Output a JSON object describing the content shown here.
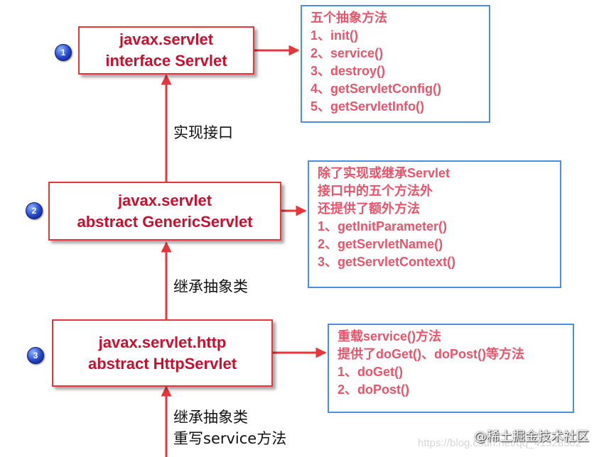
{
  "classes": [
    {
      "number": "1",
      "package": "javax.servlet",
      "declaration": "interface Servlet"
    },
    {
      "number": "2",
      "package": "javax.servlet",
      "declaration": "abstract GenericServlet"
    },
    {
      "number": "3",
      "package": "javax.servlet.http",
      "declaration": "abstract HttpServlet"
    }
  ],
  "notes": [
    {
      "lines": [
        "五个抽象方法",
        "1、init()",
        "2、service()",
        "3、destroy()",
        "4、getServletConfig()",
        "5、getServletInfo()"
      ]
    },
    {
      "lines": [
        "除了实现或继承Servlet",
        "接口中的五个方法外",
        "还提供了额外方法",
        "1、getInitParameter()",
        "2、getServletName()",
        "3、getServletContext()"
      ]
    },
    {
      "lines": [
        "重载service()方法",
        "提供了doGet()、doPost()等方法",
        "1、doGet()",
        "2、doPost()"
      ]
    }
  ],
  "relations": [
    {
      "lines": [
        "实现接口"
      ]
    },
    {
      "lines": [
        "继承抽象类"
      ]
    },
    {
      "lines": [
        "继承抽象类",
        "重写service方法"
      ]
    }
  ],
  "watermark": {
    "text": "@稀土掘金技术社区",
    "url": "https://blog.csdn.net/qq_41528502"
  },
  "colors": {
    "class_border": "#e8353b",
    "class_text": "#c8102e",
    "note_border": "#4a8fe0",
    "note_text": "#e8556a",
    "arrow": "#e8353b"
  }
}
